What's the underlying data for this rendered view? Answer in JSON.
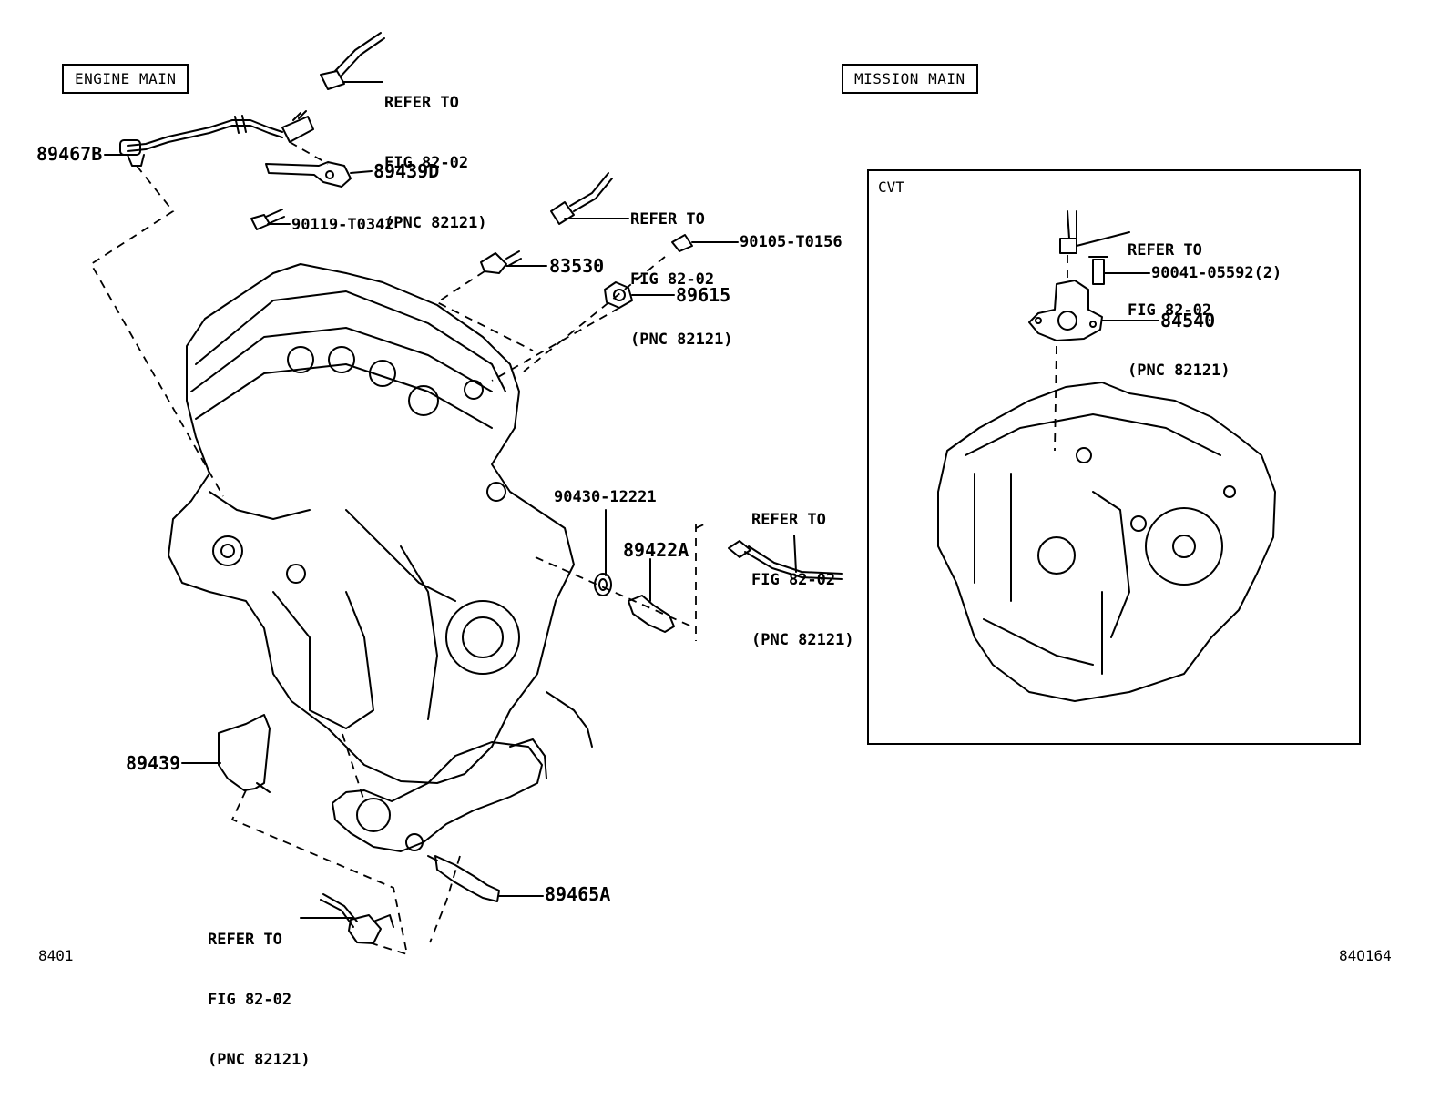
{
  "labels": {
    "engine_main": "ENGINE MAIN",
    "mission_main": "MISSION MAIN",
    "cvt": "CVT"
  },
  "refer": {
    "line1": "REFER TO",
    "line2": "FIG 82-02",
    "line3": "(PNC 82121)"
  },
  "parts": {
    "p89467B": "89467B",
    "p89439D": "89439D",
    "p90119": "90119-T0342",
    "p83530": "83530",
    "p90105": "90105-T0156",
    "p89615": "89615",
    "p90041": "90041-05592(2)",
    "p84540": "84540",
    "p90430": "90430-12221",
    "p89422A": "89422A",
    "p89439": "89439",
    "p89465A": "89465A"
  },
  "footer": {
    "left": "8401",
    "right": "84O164"
  }
}
